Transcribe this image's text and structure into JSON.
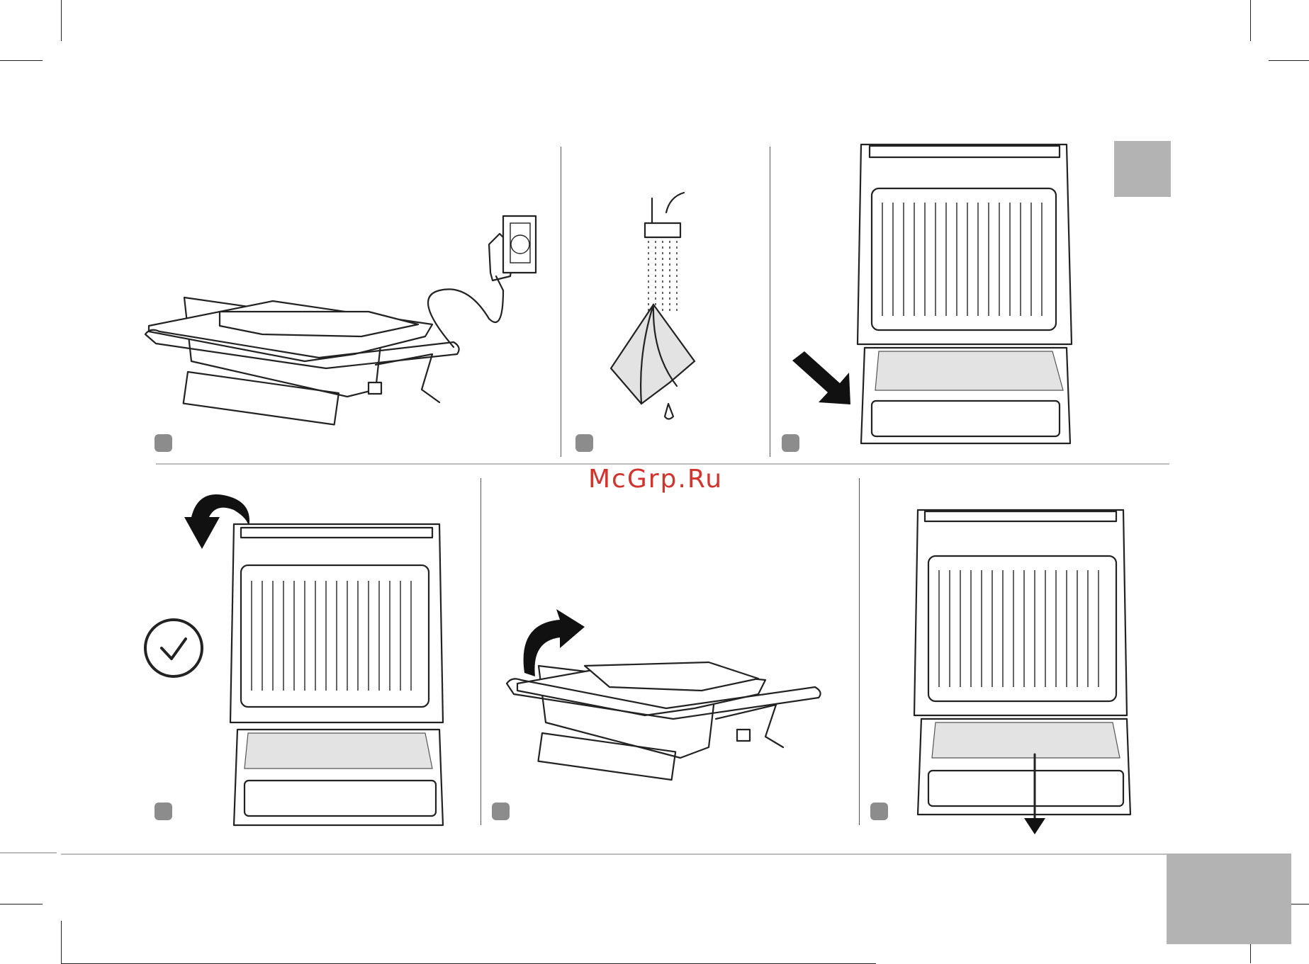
{
  "watermark": {
    "text": "McGrp.Ru",
    "color": "#d0342c"
  },
  "steps": [
    {
      "id": 1,
      "icon": "grill-closed-plugged-icon"
    },
    {
      "id": 2,
      "icon": "damp-cloth-tap-icon"
    },
    {
      "id": 3,
      "icon": "grill-open-insert-plate-icon"
    },
    {
      "id": 4,
      "icon": "grill-open-check-icon"
    },
    {
      "id": 5,
      "icon": "grill-close-lid-icon"
    },
    {
      "id": 6,
      "icon": "grill-open-remove-tray-icon"
    }
  ],
  "colors": {
    "tab": "#b3b3b3",
    "step_dot": "#8c8c8c",
    "rule": "#bdbdbd"
  }
}
